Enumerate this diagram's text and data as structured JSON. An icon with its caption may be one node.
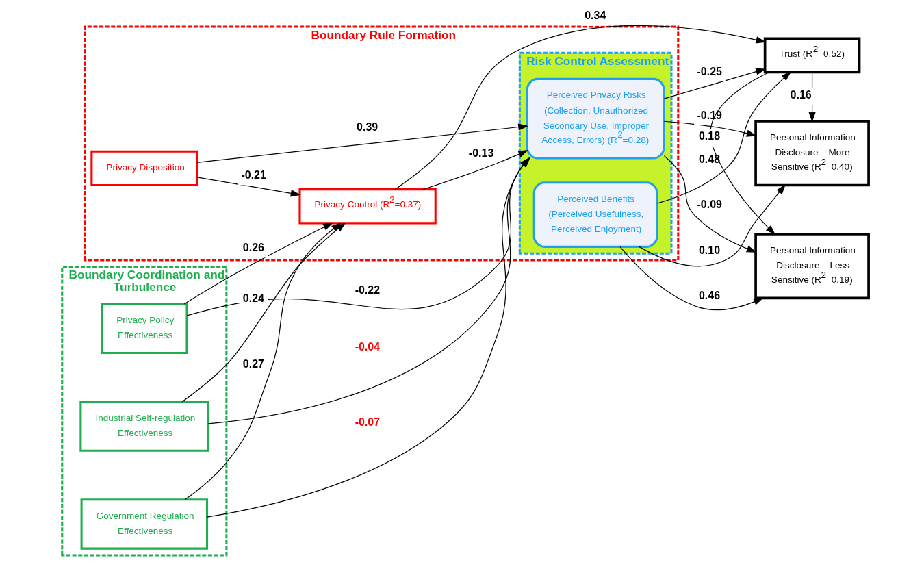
{
  "diagram": {
    "nodes": [
      {
        "text": [
          "Boundary Coordination and Turbulence"
        ]
      },
      {
        "text": [
          "Privacy Policy Effectiveness"
        ],
        "in": 0
      },
      {
        "text": [
          "Industrial Self-regulation Effectiveness"
        ],
        "in": 0
      },
      {
        "text": [
          "Government Regulation Effectiveness"
        ],
        "in": 0
      },
      {
        "text": [
          "Boundary Rule Formation"
        ]
      },
      {
        "text": [
          "Privacy Disposition"
        ],
        "in": 4
      },
      {
        "text": [
          "Privacy Control (R$^{2}$=0.37)"
        ],
        "in": 4
      },
      {
        "text": [
          "Risk Control Assessment"
        ],
        "in": 4
      },
      {
        "text": [
          "Perceived Privacy Risks (Collection, Unauthorized Secondary Use, Improper Access, Errors) (R$^{2}$=0.28)"
        ],
        "in": 7
      },
      {
        "text": [
          "Perceived Benefits (Perceived Usefulness, Perceived Enjoyment)"
        ],
        "in": 7
      },
      {
        "text": [
          "Trust (R$^{2}$=0.52)"
        ]
      },
      {
        "text": [
          "Personal Information Disclosure – More Sensitive (R$^{2}$=0.40)"
        ]
      },
      {
        "text": [
          "Personal Information Disclosure – Less Sensitive (R$^{2}$=0.19)"
        ]
      }
    ],
    "edges": [
      {
        "from": 1,
        "to": 6,
        "arrow": "to",
        "label": "0.26"
      },
      {
        "from": 1,
        "to": 8,
        "arrow": "to",
        "label": "-0.22"
      },
      {
        "from": 2,
        "to": 6,
        "arrow": "to",
        "label": "0.24"
      },
      {
        "from": 2,
        "to": 8,
        "arrow": "to",
        "label": "-0.04"
      },
      {
        "from": 3,
        "to": 6,
        "arrow": "to",
        "label": "0.27"
      },
      {
        "from": 3,
        "to": 8,
        "arrow": "to",
        "label": "-0.07"
      },
      {
        "from": 5,
        "to": 6,
        "arrow": "to",
        "label": "-0.21"
      },
      {
        "from": 5,
        "to": 8,
        "arrow": "to",
        "label": "0.39"
      },
      {
        "from": 6,
        "to": 10,
        "arrow": "to",
        "label": "0.34"
      },
      {
        "from": 6,
        "to": 8,
        "arrow": "to",
        "label": "-0.13"
      },
      {
        "from": 8,
        "to": 10,
        "arrow": "to",
        "label": "-0.25"
      },
      {
        "from": 8,
        "to": 11,
        "arrow": "to",
        "label": "-0.19"
      },
      {
        "from": 8,
        "to": 12,
        "arrow": "to",
        "label": "-0.09"
      },
      {
        "from": 9,
        "to": 10,
        "arrow": "to",
        "label": "0.48"
      },
      {
        "from": 9,
        "to": 11,
        "arrow": "to",
        "label": "0.10"
      },
      {
        "from": 9,
        "to": 12,
        "arrow": "to",
        "label": "0.46"
      },
      {
        "from": 10,
        "to": 11,
        "arrow": "to",
        "label": "0.16"
      },
      {
        "from": 10,
        "to": 12,
        "arrow": "to",
        "label": "0.18"
      }
    ]
  }
}
